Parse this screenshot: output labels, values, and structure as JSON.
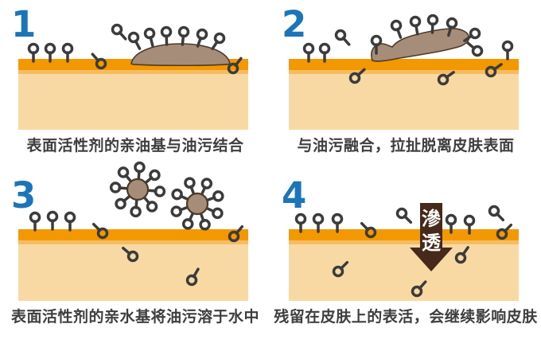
{
  "colors": {
    "number_blue": "#1C75B8",
    "skin_orange": "#F39800",
    "skin_orange_light": "#F6BC64",
    "skin_cream": "#F9D9A3",
    "pin_dark": "#3B3B3B",
    "oil_brown": "#A58D7A",
    "oil_outline": "#4D3A28",
    "arrow_brown": "#46291B",
    "caption_gray": "#3E3E3E",
    "background": "#FFFFFF"
  },
  "panels": [
    {
      "number": "1",
      "caption": "表面活性剂的亲油基与油污结合"
    },
    {
      "number": "2",
      "caption": "与油污融合，拉扯脱离皮肤表面"
    },
    {
      "number": "3",
      "caption": "表面活性剂的亲水基将油污溶于水中"
    },
    {
      "number": "4",
      "caption": "残留在皮肤上的表活，会继续影响皮肤",
      "arrow_label": "滲透",
      "arrow_chars": [
        "滲",
        "透"
      ]
    }
  ]
}
